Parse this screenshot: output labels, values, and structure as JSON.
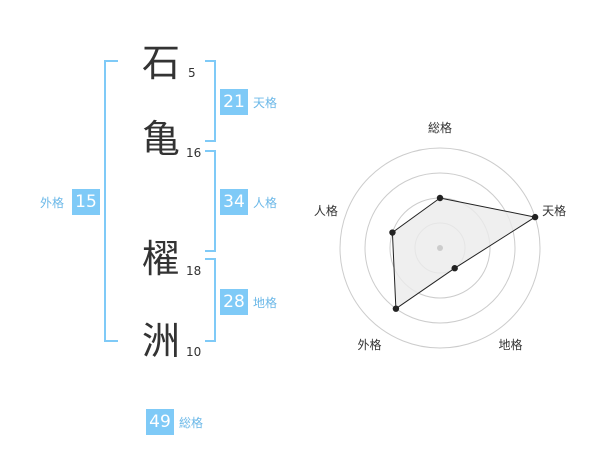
{
  "name": {
    "chars": [
      {
        "char": "石",
        "strokes": "5"
      },
      {
        "char": "亀",
        "strokes": "16"
      },
      {
        "char": "櫂",
        "strokes": "18"
      },
      {
        "char": "洲",
        "strokes": "10"
      }
    ]
  },
  "fortunes": {
    "tenkaku": {
      "value": "21",
      "label": "天格"
    },
    "jinkaku": {
      "value": "34",
      "label": "人格"
    },
    "chikaku": {
      "value": "28",
      "label": "地格"
    },
    "gaikaku": {
      "value": "15",
      "label": "外格"
    },
    "soukaku": {
      "value": "49",
      "label": "総格"
    }
  },
  "colors": {
    "accent": "#7fcaf7",
    "label": "#6bb8e8"
  },
  "chart_data": {
    "type": "radar",
    "axes": [
      "総格",
      "天格",
      "地格",
      "外格",
      "人格"
    ],
    "values": [
      2,
      4,
      1,
      3,
      2
    ],
    "max": 4,
    "rings": 4
  }
}
